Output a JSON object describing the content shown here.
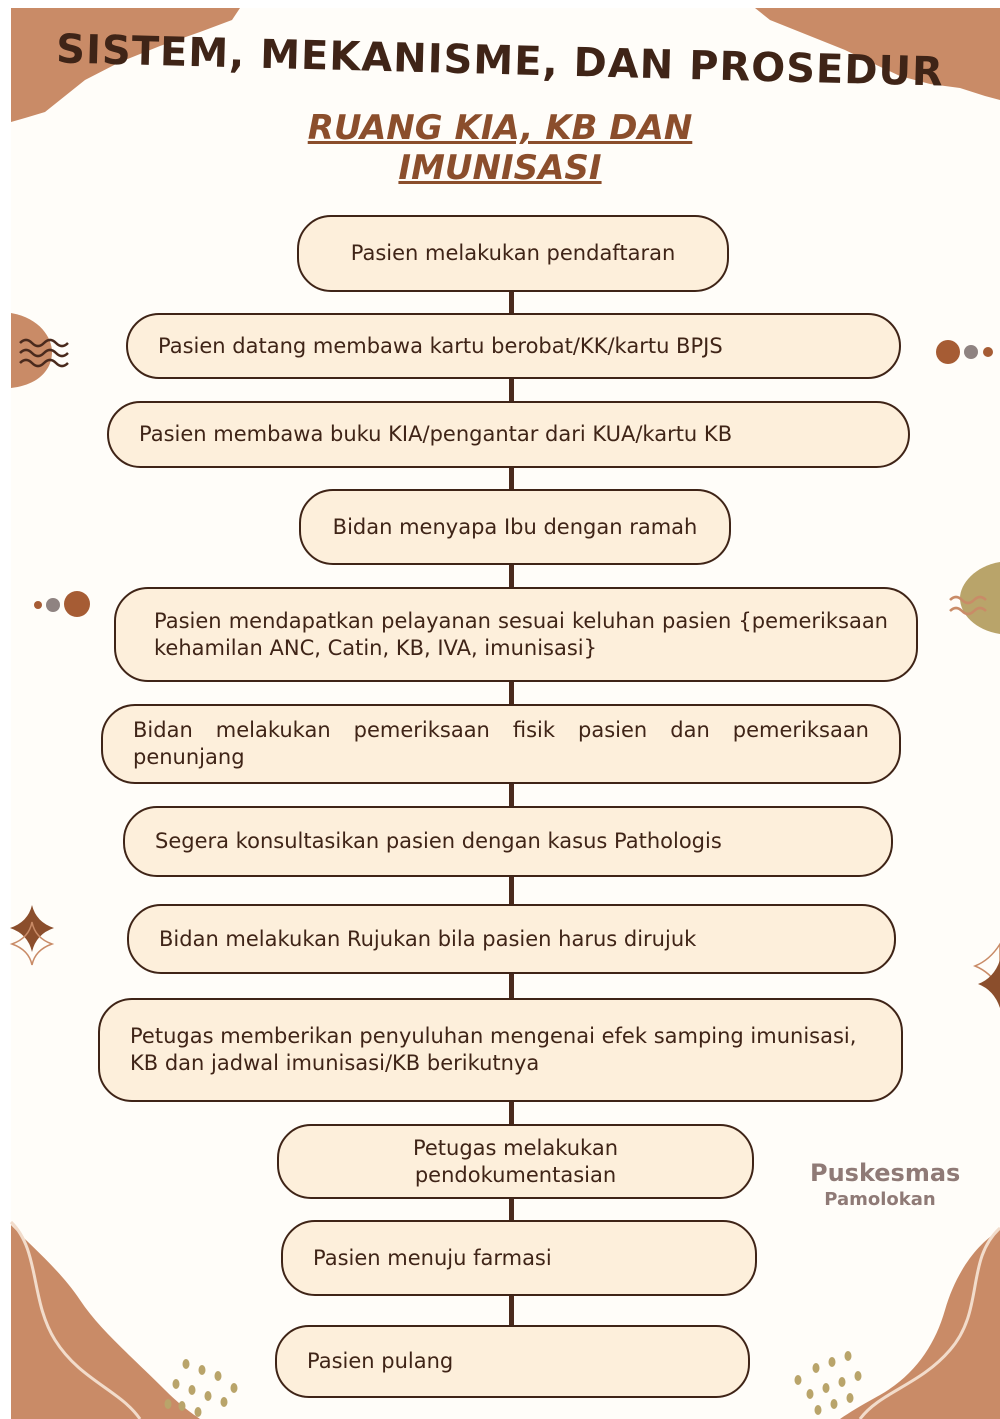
{
  "title": "SISTEM, MEKANISME, DAN PROSEDUR",
  "subtitle": {
    "line1": "RUANG KIA, KB DAN",
    "line2": "IMUNISASI"
  },
  "steps": [
    "Pasien melakukan pendaftaran",
    "Pasien datang membawa kartu berobat/KK/kartu BPJS",
    "Pasien membawa buku KIA/pengantar dari KUA/kartu KB",
    "Bidan menyapa Ibu dengan ramah",
    "Pasien mendapatkan pelayanan sesuai keluhan pasien {pemeriksaan kehamilan ANC, Catin, KB, IVA, imunisasi}",
    "Bidan melakukan pemeriksaan fisik pasien dan pemeriksaan penunjang",
    "Segera konsultasikan pasien dengan kasus Pathologis",
    "Bidan melakukan Rujukan bila pasien harus dirujuk",
    "Petugas memberikan penyuluhan mengenai efek samping imunisasi, KB dan jadwal imunisasi/KB berikutnya",
    "Petugas melakukan pendokumentasian",
    "Pasien menuju farmasi",
    "Pasien pulang"
  ],
  "brand": {
    "line1": "Puskesmas",
    "line2": "Pamolokan"
  },
  "colors": {
    "accent": "#c98b67",
    "box_fill": "#fdefdb",
    "text_dark": "#3f2417",
    "title_brown": "#8b4e2c",
    "gold": "#b9a46a"
  }
}
